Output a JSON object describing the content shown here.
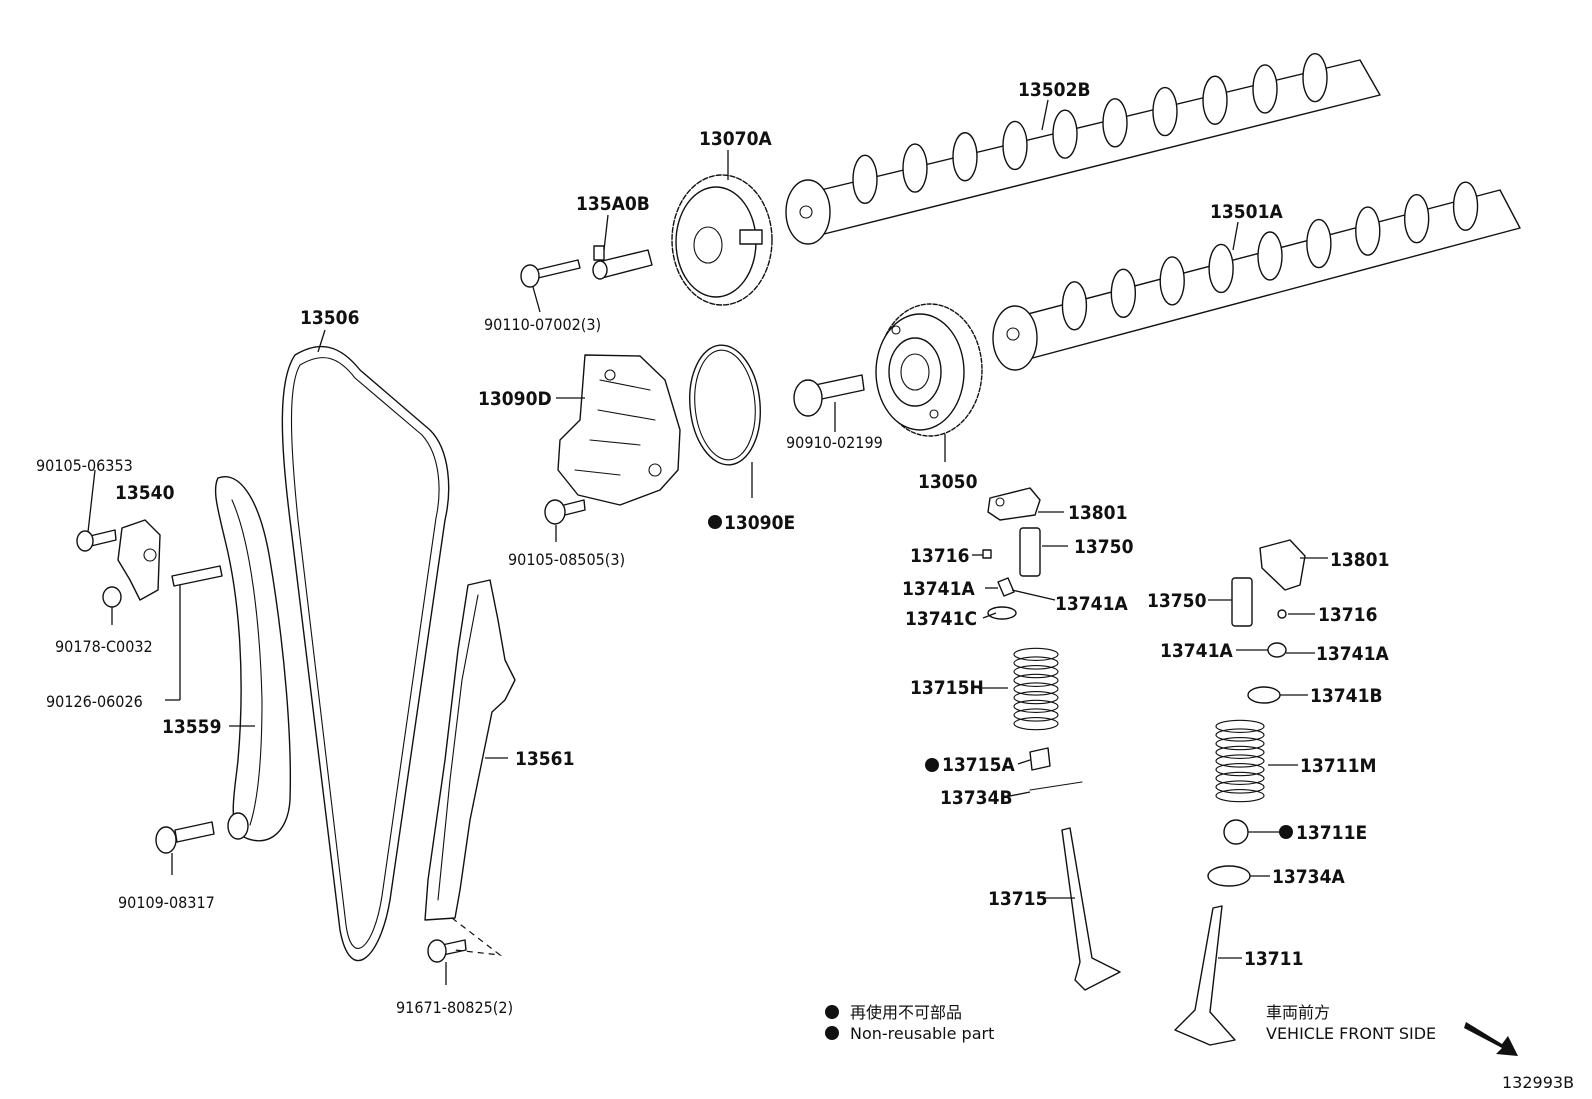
{
  "diagram_id": "132993B",
  "legend": {
    "non_reusable_jp": "再使用不可部品",
    "non_reusable_en": "Non-reusable part"
  },
  "direction": {
    "jp": "車両前方",
    "en": "VEHICLE FRONT SIDE"
  },
  "parts": {
    "p13502B": "13502B",
    "p13070A": "13070A",
    "p135A0B": "135A0B",
    "p90110": "90110-07002(3)",
    "p13501A": "13501A",
    "p13506": "13506",
    "p13090D": "13090D",
    "p90910": "90910-02199",
    "p13050": "13050",
    "p13090E": "13090E",
    "p90105_08505": "90105-08505(3)",
    "p90105_06353": "90105-06353",
    "p13540": "13540",
    "p90178": "90178-C0032",
    "p90126": "90126-06026",
    "p13559": "13559",
    "p13561": "13561",
    "p90109": "90109-08317",
    "p91671": "91671-80825(2)",
    "p13801_a": "13801",
    "p13716_a": "13716",
    "p13750_a": "13750",
    "p13741A_a": "13741A",
    "p13741A_b": "13741A",
    "p13741C": "13741C",
    "p13715H": "13715H",
    "p13715A": "13715A",
    "p13734B": "13734B",
    "p13715": "13715",
    "p13801_b": "13801",
    "p13750_b": "13750",
    "p13716_b": "13716",
    "p13741A_c": "13741A",
    "p13741A_d": "13741A",
    "p13741B": "13741B",
    "p13711M": "13711M",
    "p13711E": "13711E",
    "p13734A": "13734A",
    "p13711": "13711"
  }
}
